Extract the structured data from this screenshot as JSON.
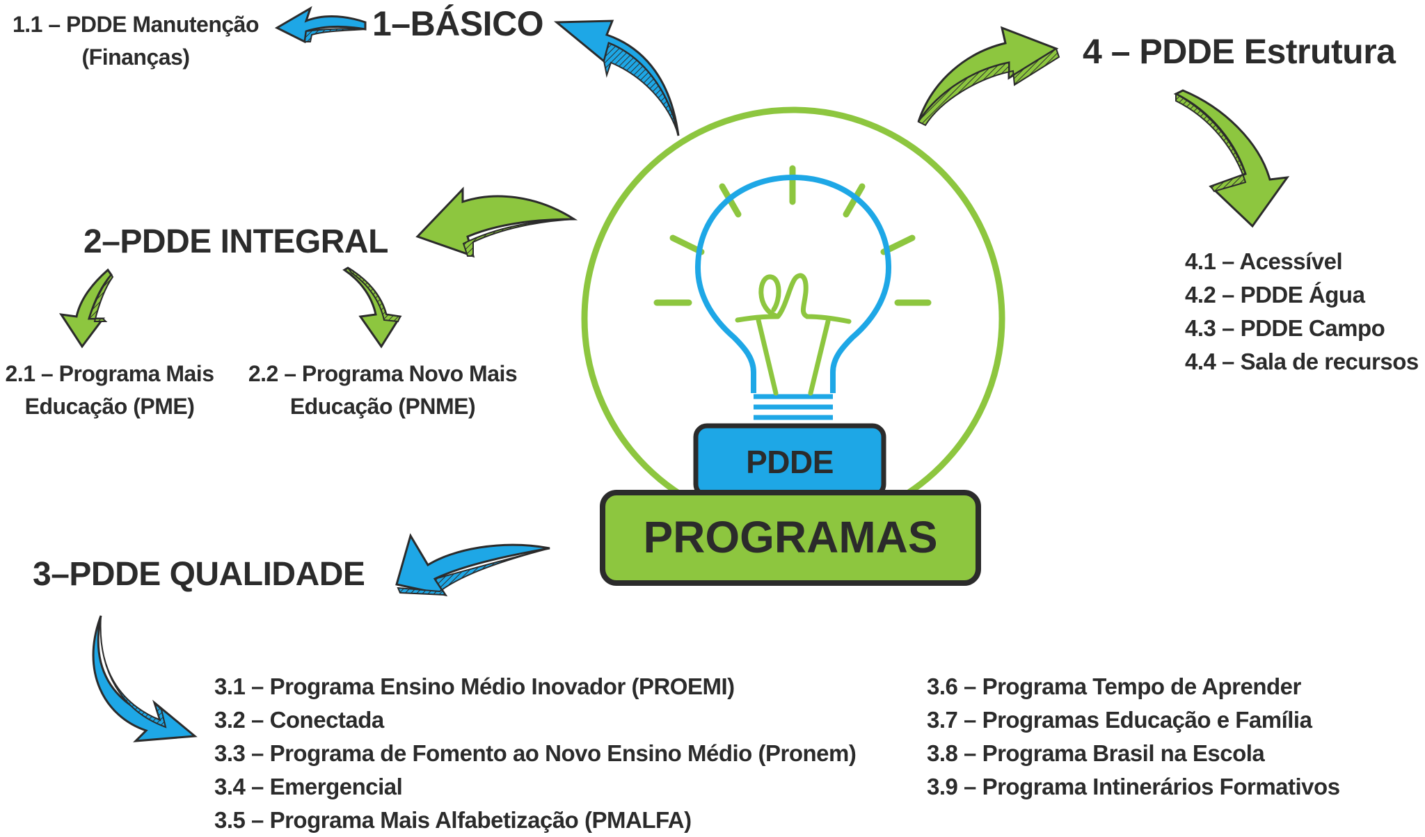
{
  "center": {
    "pdde": "PDDE",
    "programas": "PROGRAMAS"
  },
  "colors": {
    "green": "#8dc63f",
    "blue": "#1ea7e6",
    "dark": "#2b2b2b"
  },
  "branches": {
    "basico": {
      "title": "1–BÁSICO",
      "items": [
        "1.1 – PDDE Manutenção",
        "(Finanças)"
      ]
    },
    "integral": {
      "title": "2–PDDE INTEGRAL",
      "sub1": [
        "2.1 – Programa Mais",
        "Educação (PME)"
      ],
      "sub2": [
        "2.2 – Programa Novo Mais",
        "Educação (PNME)"
      ]
    },
    "qualidade": {
      "title": "3–PDDE QUALIDADE",
      "list_left": [
        "3.1 – Programa Ensino Médio Inovador (PROEMI)",
        "3.2 – Conectada",
        "3.3 – Programa de Fomento ao Novo Ensino Médio (Pronem)",
        "3.4 – Emergencial",
        "3.5 – Programa Mais Alfabetização (PMALFA)"
      ],
      "list_right": [
        "3.6 – Programa Tempo de Aprender",
        "3.7 – Programas Educação e Família",
        "3.8 – Programa Brasil na Escola",
        "3.9 – Programa Intinerários Formativos"
      ]
    },
    "estrutura": {
      "title": "4 – PDDE Estrutura",
      "items": [
        "4.1 – Acessível",
        "4.2 – PDDE Água",
        "4.3 – PDDE Campo",
        "4.4 – Sala de recursos"
      ]
    }
  }
}
